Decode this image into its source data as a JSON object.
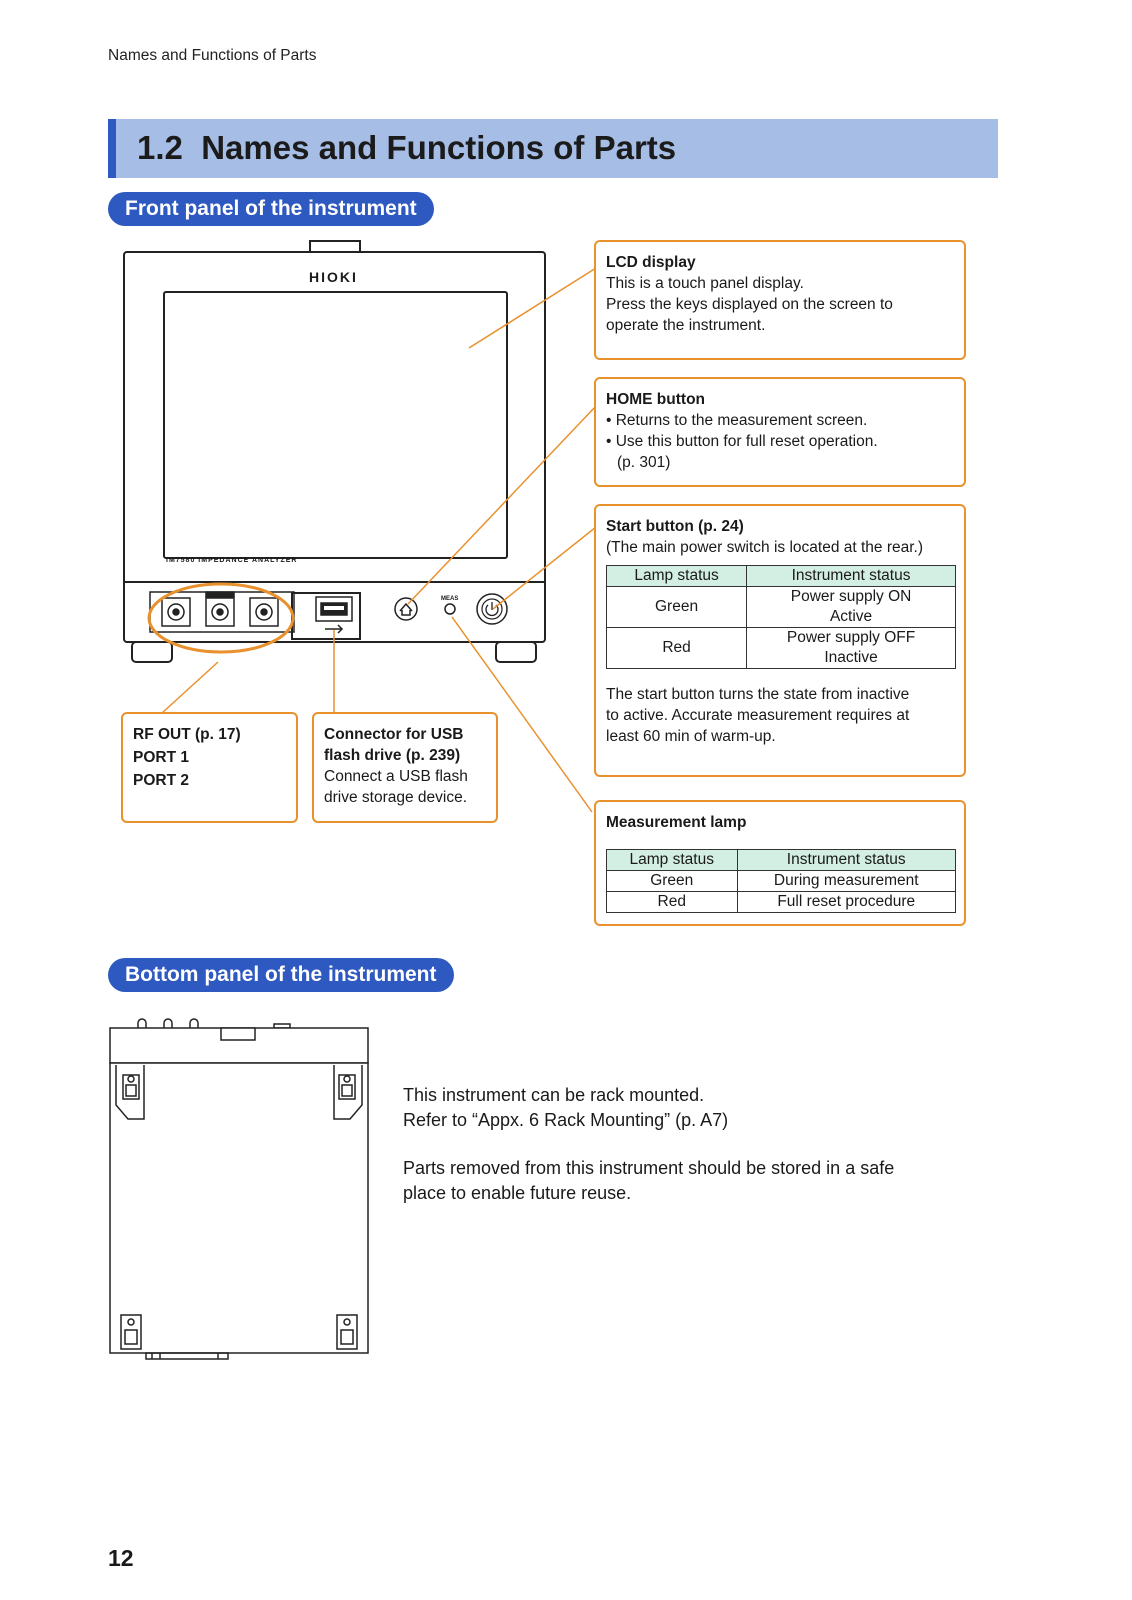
{
  "running_head": "Names and Functions of Parts",
  "section": {
    "number": "1.2",
    "title": "Names and Functions of Parts"
  },
  "front_heading": "Front panel of the instrument",
  "device": {
    "brand": "HIOKI",
    "model": "IM7580 IMPEDANCE ANALYZER",
    "meas_label": "MEAS"
  },
  "callouts": {
    "lcd": {
      "title": "LCD display",
      "lines": [
        "This is a touch panel display.",
        "Press the keys displayed on the screen to",
        "operate the instrument."
      ]
    },
    "home": {
      "title": "HOME button",
      "lines": [
        "• Returns to the measurement screen.",
        "• Use this button for full reset operation.",
        "(p. 301)"
      ]
    },
    "start": {
      "title": "Start button (p. 24)",
      "note": "(The main power switch is located at the rear.)",
      "table": {
        "headers": [
          "Lamp status",
          "Instrument status"
        ],
        "rows": [
          [
            "Green",
            "Power supply ON",
            "Active"
          ],
          [
            "Red",
            "Power supply OFF",
            "Inactive"
          ]
        ]
      },
      "footer": [
        "The start button turns the state from inactive",
        "to active. Accurate measurement requires at",
        "least 60 min of warm-up."
      ]
    },
    "meas_lamp": {
      "title": "Measurement lamp",
      "table": {
        "headers": [
          "Lamp status",
          "Instrument status"
        ],
        "rows": [
          [
            "Green",
            "During measurement"
          ],
          [
            "Red",
            "Full reset procedure"
          ]
        ]
      }
    },
    "rf_out": {
      "lines": [
        "RF OUT (p. 17)",
        "PORT 1",
        "PORT 2"
      ]
    },
    "usb": {
      "title_lines": [
        "Connector for USB",
        "flash drive (p. 239)"
      ],
      "lines": [
        "Connect a USB flash",
        "drive storage device."
      ]
    }
  },
  "bottom_heading": "Bottom panel of the instrument",
  "bottom_text": {
    "line1": "This instrument can be rack mounted.",
    "line2": "Refer to “Appx. 6 Rack Mounting” (p. A7)",
    "line3": "Parts removed from this instrument should be stored in a safe",
    "line4": "place to enable future reuse."
  },
  "page_number": "12",
  "colors": {
    "accent_blue": "#2e59c0",
    "header_band": "#a6bde6",
    "callout_orange": "#e8912d",
    "table_header": "#d3eee3"
  }
}
